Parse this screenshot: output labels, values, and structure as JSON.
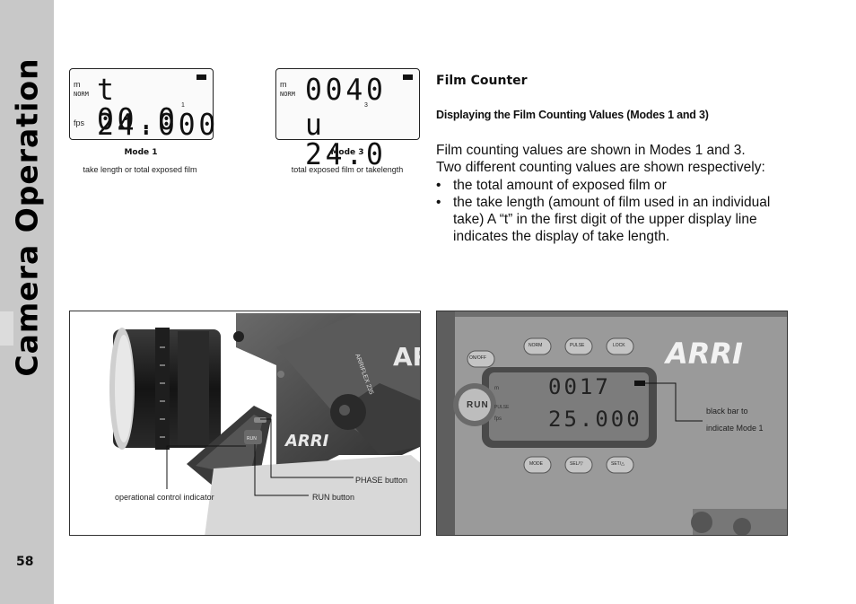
{
  "sidebar": {
    "title": "Camera Operation",
    "page_number": "58"
  },
  "lcd_mode1": {
    "unit_top": "m",
    "norm": "NORM",
    "unit_bottom": "fps",
    "line1": "t 00.0",
    "line2": "24.000",
    "mode_digit": "1"
  },
  "lcd_mode3": {
    "unit_top": "m",
    "norm": "NORM",
    "line1": "0040",
    "line2": "u 24.0",
    "mode_digit": "3"
  },
  "captions": {
    "mode1_title": "Mode 1",
    "mode1_sub": "take length or total exposed film",
    "mode3_title": "Mode 3",
    "mode3_sub": "total exposed film or takelength"
  },
  "section": {
    "title": "Film Counter",
    "subtitle": "Displaying the Film Counting Values (Modes 1 and 3)",
    "para1": "Film counting values are shown in Modes 1 and 3.",
    "para2": "Two different counting values are shown respectively:",
    "bullets": [
      "the total amount of exposed film or",
      "the take length (amount of film used in an individual take) A “t” in the first digit of the upper display line indicates the display of take length."
    ],
    "bullet_char": "•"
  },
  "photo_left": {
    "labels": {
      "phase": "PHASE button",
      "run": "RUN button",
      "indicator": "operational control indicator"
    },
    "brand": "ARRI",
    "model": "ARRIFLEX 235",
    "run_small": "RUN"
  },
  "photo_right": {
    "brand": "ARRI",
    "buttons_top": [
      "ON/OFF",
      "NORM",
      "PULSE",
      "LOCK"
    ],
    "buttons_bottom": [
      "MODE",
      "SEL/▽",
      "SET/△"
    ],
    "run_label": "RUN",
    "display": {
      "line1": "0017",
      "line2": "25.000",
      "side_top": "m",
      "side_mid": "PULSE",
      "side_bottom": "fps"
    },
    "label_line1": "black bar to",
    "label_line2": "indicate Mode 1"
  }
}
